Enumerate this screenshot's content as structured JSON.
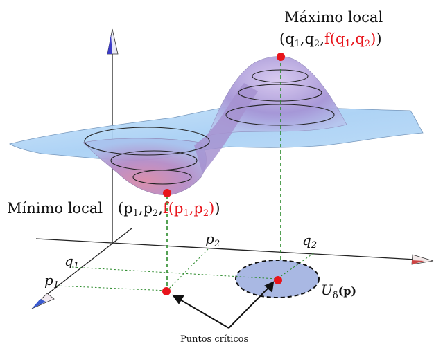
{
  "labels": {
    "max_title": "Máximo local",
    "max_coord_open": "(q",
    "max_coord_sub1": "1",
    "max_coord_mid": ",q",
    "max_coord_sub2": "2",
    "max_coord_comma": ",",
    "max_coord_f": "f(q",
    "max_coord_fsub1": "1",
    "max_coord_fmid": ",q",
    "max_coord_fsub2": "2",
    "max_coord_fclose": ")",
    "max_coord_close": ")",
    "min_title": "Mínimo local",
    "min_coord_open": "(p",
    "min_coord_sub1": "1",
    "min_coord_mid": ",p",
    "min_coord_sub2": "2",
    "min_coord_comma": ",",
    "min_coord_f": "f(p",
    "min_coord_fsub1": "1",
    "min_coord_fmid": ",p",
    "min_coord_fsub2": "2",
    "min_coord_fclose": ")",
    "min_coord_close": ")",
    "q1": "q",
    "q1_sub": "1",
    "q2": "q",
    "q2_sub": "2",
    "p1": "p",
    "p1_sub": "1",
    "p2": "p",
    "p2_sub": "2",
    "neighborhood": "U",
    "neighborhood_sub": "δ",
    "neighborhood_arg": "(p)",
    "critical_points": "Puntos críticos"
  },
  "colors": {
    "surface_blue": "#a8d0f5",
    "surface_purple": "#9a7fc4",
    "surface_pink": "#c58ab8",
    "point_red": "#e8141b",
    "guide_green": "#2a8a2a",
    "disk_fill": "#a9b8e3"
  }
}
